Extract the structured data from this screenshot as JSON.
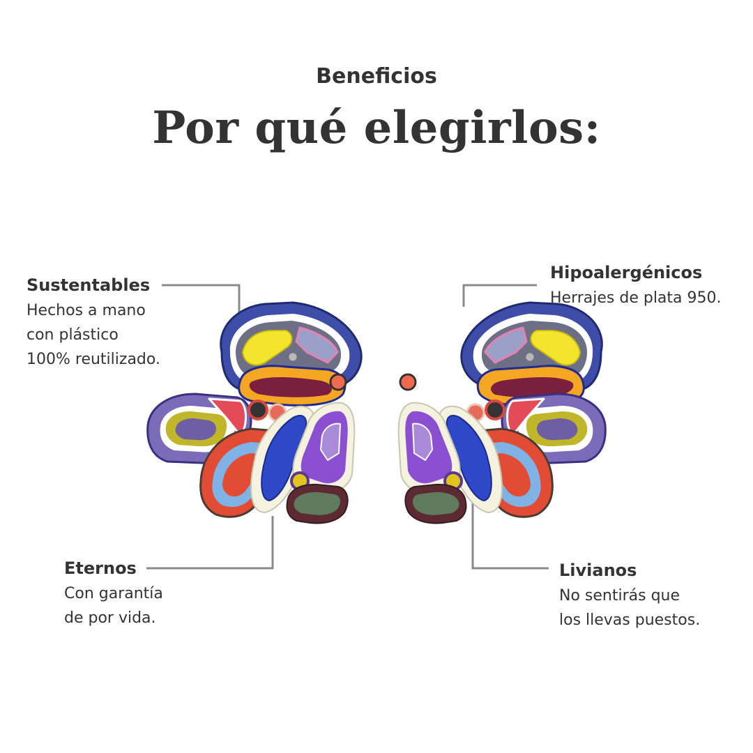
{
  "header": {
    "eyebrow": "Beneficios",
    "title": "Por qué elegirlos:"
  },
  "benefits": [
    {
      "title": "Sustentables",
      "lines": [
        "Hechos a mano",
        "con plástico",
        "100% reutilizado."
      ]
    },
    {
      "title": "Hipoalergénicos",
      "lines": [
        "Herrajes de plata 950."
      ]
    },
    {
      "title": "Eternos",
      "lines": [
        "Con garantía",
        "de por vida."
      ]
    },
    {
      "title": "Livianos",
      "lines": [
        "No sentirás que",
        "los llevas puestos."
      ]
    }
  ],
  "colors": {
    "text": "#333333",
    "connector": "#8a8a8a",
    "background": "#ffffff"
  },
  "image": {
    "subject": "earrings-illustration"
  }
}
